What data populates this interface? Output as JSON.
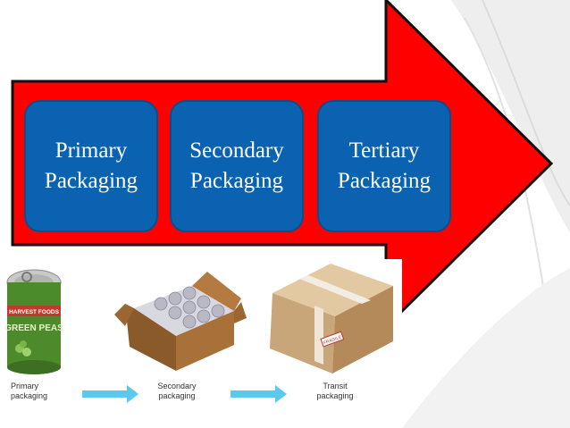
{
  "diagram": {
    "stages": [
      {
        "line1": "Primary",
        "line2": "Packaging"
      },
      {
        "line1": "Secondary",
        "line2": "Packaging"
      },
      {
        "line1": "Tertiary",
        "line2": "Packaging"
      }
    ]
  },
  "illustration": {
    "captions": [
      {
        "line1": "Primary",
        "line2": "packaging"
      },
      {
        "line1": "Secondary",
        "line2": "packaging"
      },
      {
        "line1": "Transit",
        "line2": "packaging"
      }
    ],
    "can_label_brand": "HARVEST FOODS",
    "can_label_product": "GREEN PEAS",
    "box_sticker": "FRAGILE"
  },
  "colors": {
    "arrow_fill": "#ff0000",
    "arrow_border": "#101010",
    "box_fill": "#0a62b0",
    "flow_arrow": "#5bc8ee"
  }
}
